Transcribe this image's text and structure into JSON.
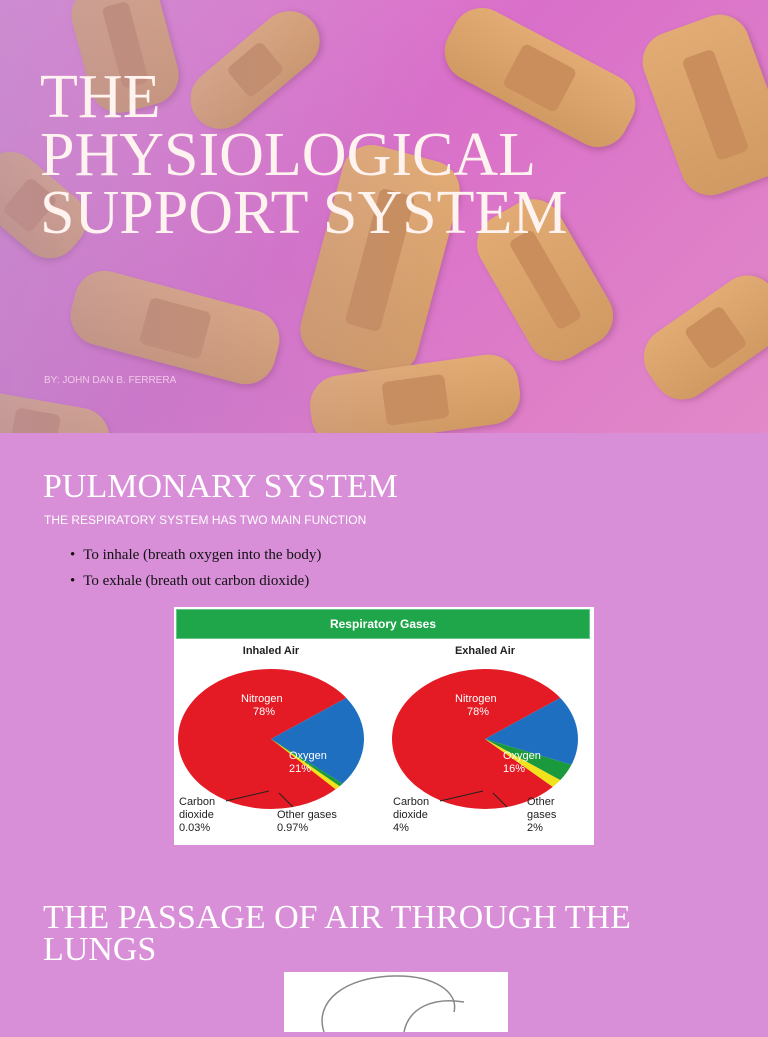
{
  "title_slide": {
    "title_lines": [
      "THE",
      "PHYSIOLOGICAL",
      "SUPPORT SYSTEM"
    ],
    "author": "BY: JOHN DAN B. FERRERA"
  },
  "pulmonary": {
    "heading": "PULMONARY SYSTEM",
    "subtitle": "THE RESPIRATORY SYSTEM HAS TWO MAIN  FUNCTION",
    "bullets": [
      "To inhale  (breath oxygen into the body)",
      "To exhale (breath out carbon dioxide)"
    ]
  },
  "chart_data": {
    "type": "pie",
    "title": "Respiratory Gases",
    "colors": {
      "nitrogen": "#e41b24",
      "oxygen": "#1f6fc0",
      "carbon_dioxide": "#1a9a3c",
      "other": "#f2e21c",
      "header": "#1fa64a"
    },
    "charts": [
      {
        "name": "Inhaled Air",
        "slices": [
          {
            "label": "Nitrogen",
            "value": 78,
            "value_text": "78%"
          },
          {
            "label": "Oxygen",
            "value": 21,
            "value_text": "21%"
          },
          {
            "label": "Carbon dioxide",
            "value": 0.03,
            "value_text": "0.03%"
          },
          {
            "label": "Other gases",
            "value": 0.97,
            "value_text": "0.97%"
          }
        ]
      },
      {
        "name": "Exhaled Air",
        "slices": [
          {
            "label": "Nitrogen",
            "value": 78,
            "value_text": "78%"
          },
          {
            "label": "Oxygen",
            "value": 16,
            "value_text": "16%"
          },
          {
            "label": "Carbon dioxide",
            "value": 4,
            "value_text": "4%"
          },
          {
            "label": "Other gases",
            "value": 2,
            "value_text": "2%"
          }
        ]
      }
    ]
  },
  "lungs": {
    "heading_lines": [
      "THE PASSAGE OF AIR THROUGH THE",
      "LUNGS"
    ]
  }
}
